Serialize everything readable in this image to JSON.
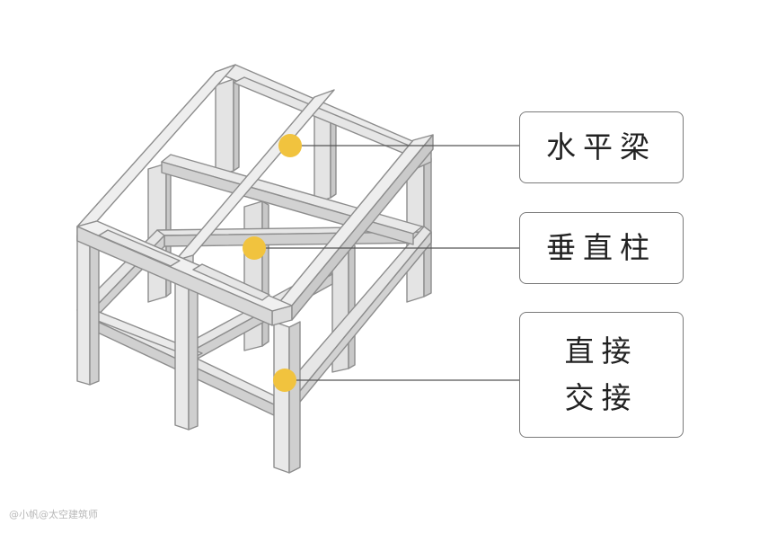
{
  "labels": {
    "horizontal_beam": "水平梁",
    "vertical_column": "垂直柱",
    "joint_line1": "直接",
    "joint_line2": "交接"
  },
  "watermark": "@小帆@太空建筑师",
  "colors": {
    "beam_top": "#e9e9e9",
    "beam_side": "#d8d8d8",
    "beam_dark": "#c2c2c2",
    "outline": "#8d8d8d",
    "marker": "#f1c33e",
    "leader": "#555555"
  }
}
